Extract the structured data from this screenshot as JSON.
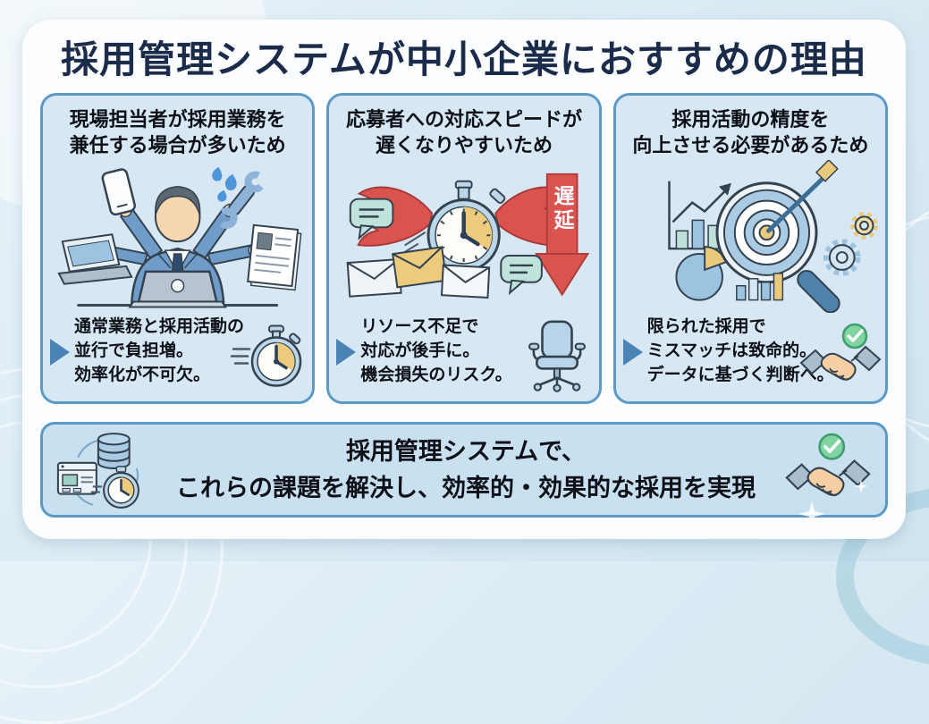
{
  "page": {
    "title": "採用管理システムが中小企業におすすめの理由"
  },
  "cards": [
    {
      "title": {
        "line1": "現場担当者が採用業務を",
        "line2": "兼任する場合が多いため"
      },
      "illustration": "multitasking-businessman",
      "point": {
        "line1": "通常業務と採用活動の",
        "line2": "並行で負担増。",
        "line3": "効率化が不可欠。"
      },
      "point_icon": "speeding-stopwatch"
    },
    {
      "title": {
        "line1": "応募者への対応スピードが",
        "line2": "遅くなりやすいため"
      },
      "illustration": "winged-stopwatch-with-mail",
      "delay_label": "遅延",
      "point": {
        "line1": "リソース不足で",
        "line2": "対応が後手に。",
        "line3": "機会損失のリスク。"
      },
      "point_icon": "empty-office-chair"
    },
    {
      "title": {
        "line1": "採用活動の精度を",
        "line2": "向上させる必要があるため"
      },
      "illustration": "target-analytics-magnifier",
      "point": {
        "line1": "限られた採用で",
        "line2": "ミスマッチは致命的。",
        "line3": "データに基づく判断へ。"
      },
      "point_icon": "handshake-with-check"
    }
  ],
  "banner": {
    "line1": "採用管理システムで、",
    "line2": "これらの課題を解決し、効率的・効果的な採用を実現",
    "left_icon": "database-browser-stopwatch-cycle",
    "right_icon": "handshake-with-check"
  },
  "colors": {
    "title_navy": "#1b2b4a",
    "card_border": "#5b9ac7",
    "card_bg": "#d7e8f4",
    "banner_bg": "#c9e0f0",
    "triangle_blue": "#4a84b4",
    "delay_red": "#d9534f",
    "accent_yellow": "#ecca7e",
    "check_green": "#7fd4a1"
  }
}
